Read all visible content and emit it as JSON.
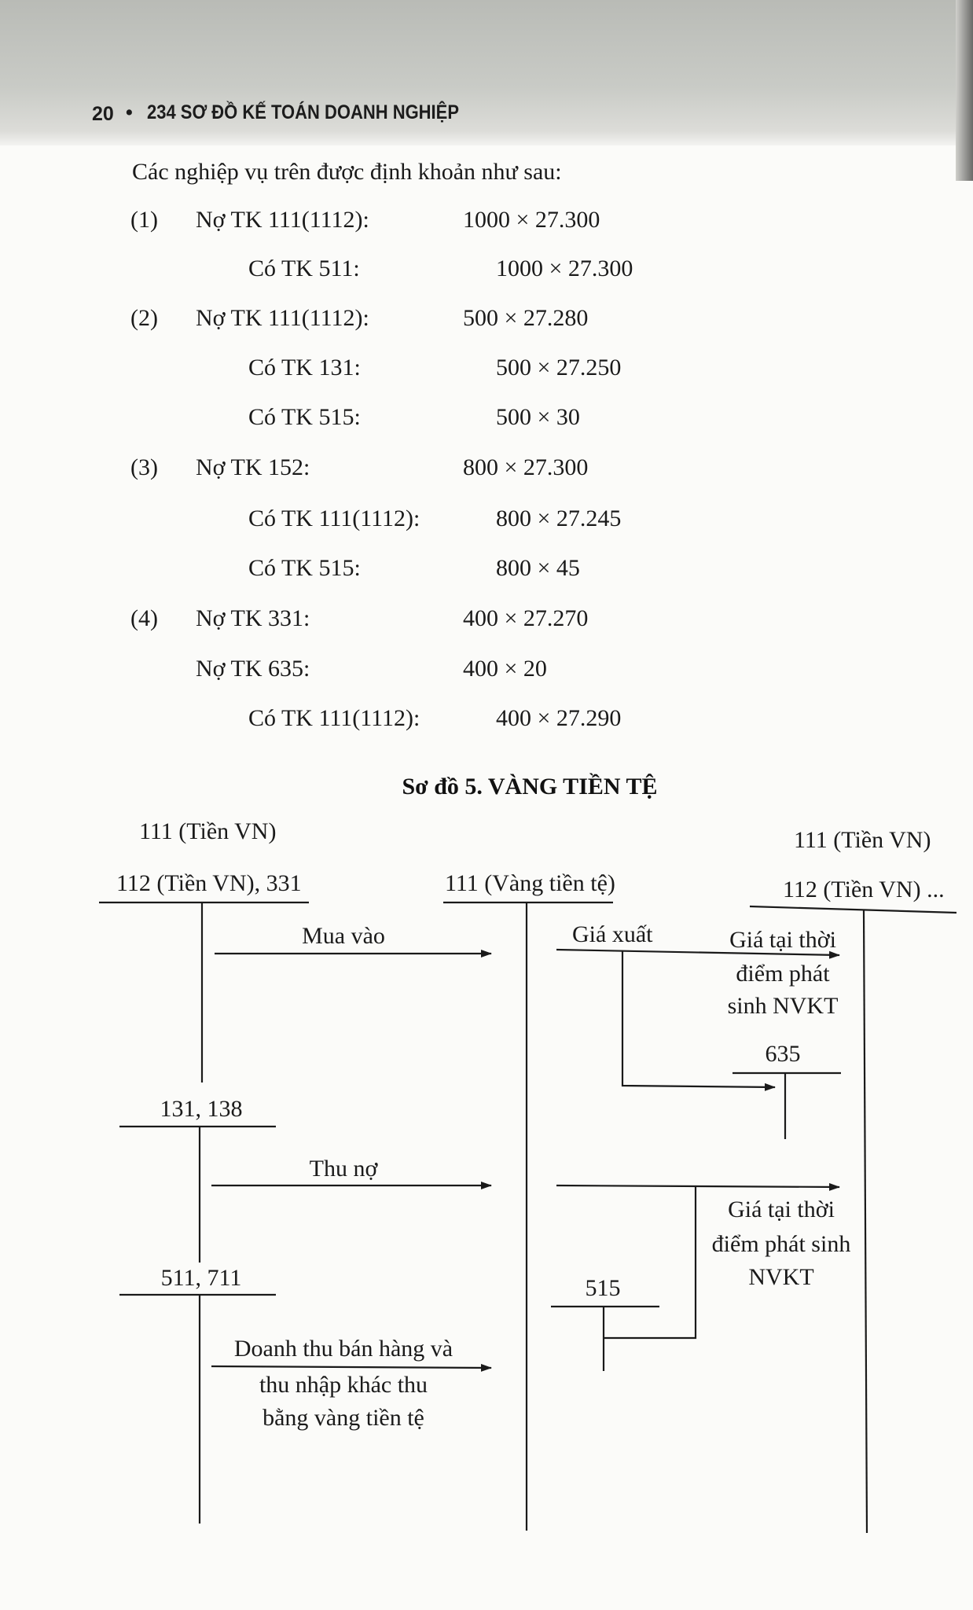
{
  "header": {
    "page_number": "20",
    "bullet": "•",
    "book_title": "234 SƠ ĐỒ KẾ TOÁN DOANH NGHIỆP"
  },
  "intro": "Các nghiệp vụ trên được định khoản như sau:",
  "entries": [
    {
      "num": "(1)",
      "lines": [
        {
          "type": "no",
          "account": "Nợ TK 111(1112):",
          "amount": "1000 × 27.300"
        },
        {
          "type": "co",
          "account": "Có TK 511:",
          "amount": "1000 × 27.300"
        }
      ]
    },
    {
      "num": "(2)",
      "lines": [
        {
          "type": "no",
          "account": "Nợ TK 111(1112):",
          "amount": "500 × 27.280"
        },
        {
          "type": "co",
          "account": "Có TK 131:",
          "amount": "500 × 27.250"
        },
        {
          "type": "co",
          "account": "Có TK 515:",
          "amount": "500 × 30"
        }
      ]
    },
    {
      "num": "(3)",
      "lines": [
        {
          "type": "no",
          "account": "Nợ TK 152:",
          "amount": "800 × 27.300"
        },
        {
          "type": "co",
          "account": "Có TK 111(1112):",
          "amount": "800 × 27.245"
        },
        {
          "type": "co",
          "account": "Có TK 515:",
          "amount": "800 × 45"
        }
      ]
    },
    {
      "num": "(4)",
      "lines": [
        {
          "type": "no",
          "account": "Nợ TK 331:",
          "amount": "400 × 27.270"
        },
        {
          "type": "no",
          "account": "Nợ TK 635:",
          "amount": "400 × 20"
        },
        {
          "type": "co",
          "account": "Có TK 111(1112):",
          "amount": "400 × 27.290"
        }
      ]
    }
  ],
  "diagram": {
    "title": "Sơ đồ 5. VÀNG TIỀN TỆ",
    "left_top_label": "111 (Tiền VN)",
    "acc_left1": "112 (Tiền VN), 331",
    "acc_center": "111 (Vàng tiền tệ)",
    "right_top_label": "111 (Tiền VN)",
    "acc_right": "112 (Tiền VN) ...",
    "acc_635": "635",
    "acc_left2": "131, 138",
    "acc_left3": "511, 711",
    "acc_515": "515",
    "arrow_mua_vao": "Mua vào",
    "arrow_thu_no": "Thu nợ",
    "arrow_doanh_thu": [
      "Doanh thu bán hàng và",
      "thu nhập khác thu",
      "bằng vàng tiền tệ"
    ],
    "gia_xuat": "Giá xuất",
    "gia_tai_thoi_1": [
      "Giá tại thời",
      "điểm phát",
      "sinh NVKT"
    ],
    "gia_tai_thoi_2": [
      "Giá tại thời",
      "điểm phát sinh",
      "NVKT"
    ]
  }
}
